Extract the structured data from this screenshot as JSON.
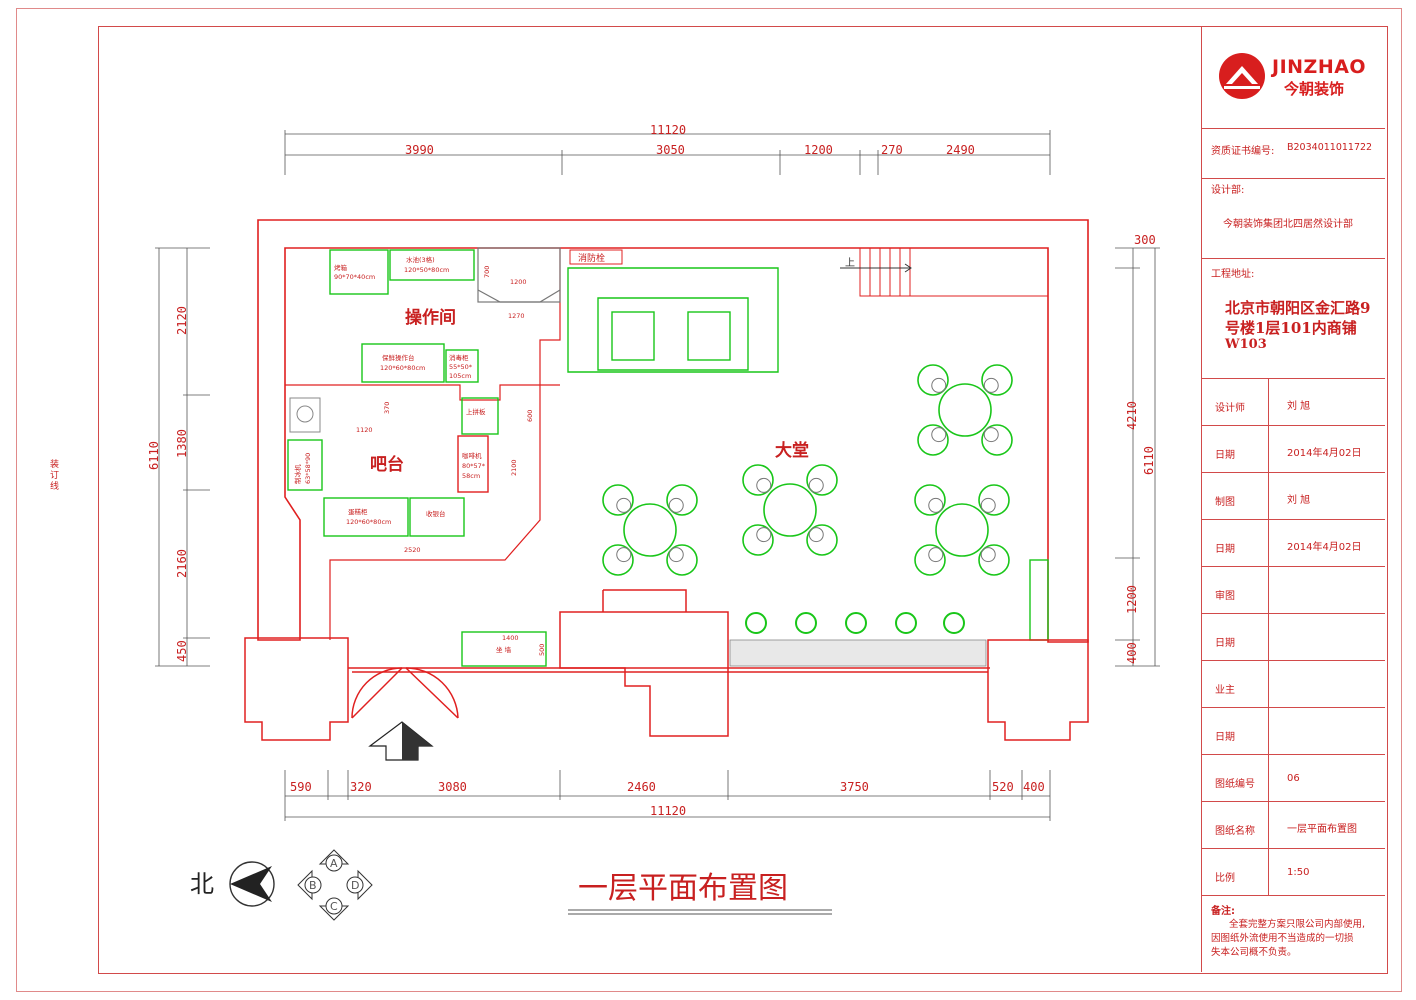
{
  "binding_label": "装订线",
  "brand": {
    "name_en": "JINZHAO",
    "name_cn": "今朝装饰"
  },
  "title_block": {
    "cert_label": "资质证书编号:",
    "cert_no": "B2034011011722",
    "dept_label": "设计部:",
    "dept": "今朝装饰集团北四居然设计部",
    "address_label": "工程地址:",
    "address_lines": [
      "北京市朝阳区金汇路9",
      "号楼1层101内商铺",
      "W103"
    ],
    "rows": [
      {
        "label": "设计师",
        "value": "刘  旭"
      },
      {
        "label": "日期",
        "value": "2014年4月02日"
      },
      {
        "label": "制图",
        "value": "刘  旭"
      },
      {
        "label": "日期",
        "value": "2014年4月02日"
      },
      {
        "label": "审图",
        "value": ""
      },
      {
        "label": "日期",
        "value": ""
      },
      {
        "label": "业主",
        "value": ""
      },
      {
        "label": "日期",
        "value": ""
      },
      {
        "label": "图纸编号",
        "value": "06"
      },
      {
        "label": "图纸名称",
        "value": "一层平面布置图"
      },
      {
        "label": "比例",
        "value": "1:50"
      }
    ],
    "note_label": "备注:",
    "note_lines": [
      "全套完整方案只限公司内部使用,",
      "因图纸外流使用不当造成的一切损",
      "失本公司概不负责。"
    ]
  },
  "drawing": {
    "title": "一层平面布置图",
    "north_label": "北",
    "compass": [
      "A",
      "B",
      "C",
      "D"
    ],
    "rooms": {
      "operation": "操作间",
      "bar": "吧台",
      "hall": "大堂"
    },
    "dims_top": {
      "total": "11120",
      "segments": [
        "3990",
        "3050",
        "1200",
        "270",
        "2490"
      ]
    },
    "dims_bottom": {
      "total": "11120",
      "segments": [
        "590",
        "320",
        "3080",
        "2460",
        "3750",
        "520",
        "400"
      ]
    },
    "dims_left": {
      "total": "6110",
      "segments": [
        "2120",
        "1380",
        "2160",
        "450"
      ]
    },
    "dims_right": {
      "total": "6110",
      "segments": [
        "300",
        "4210",
        "1200",
        "400"
      ]
    },
    "inner_dims": [
      "1270",
      "1200",
      "700",
      "370",
      "1120",
      "600",
      "2100",
      "2520",
      "1400",
      "500"
    ],
    "stair_label": "上",
    "fixtures": [
      {
        "name": "烤箱",
        "size": "90*70*40cm"
      },
      {
        "name": "水池(3格)",
        "size": "120*50*80cm"
      },
      {
        "name": "保鲜操作台",
        "size": "120*60*80cm"
      },
      {
        "name": "消毒柜",
        "size": "55*50*",
        "extra": "105cm"
      },
      {
        "name": "上拼板",
        "size": ""
      },
      {
        "name": "咖啡机",
        "size": "80*57*",
        "extra": "58cm"
      },
      {
        "name": "蛋糕柜",
        "size": "120*60*80cm"
      },
      {
        "name": "收银台",
        "size": ""
      },
      {
        "name": "制冰机",
        "size": "63*58*90"
      },
      {
        "name": "消防栓",
        "size": ""
      },
      {
        "name": "坐  墙",
        "size": ""
      }
    ]
  }
}
